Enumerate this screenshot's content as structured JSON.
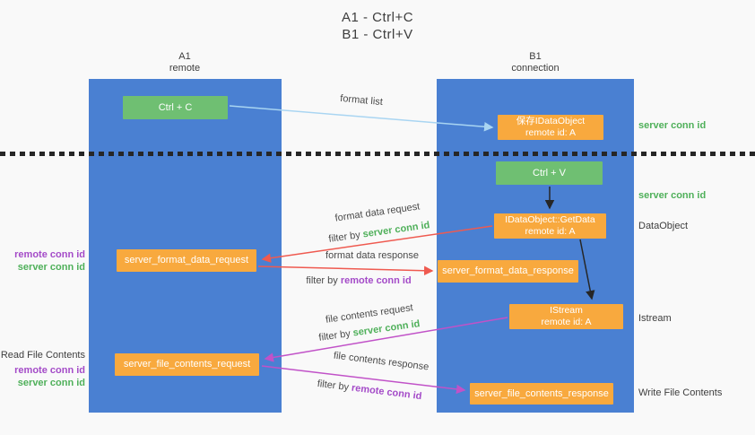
{
  "title": {
    "line1": "A1 - Ctrl+C",
    "line2": "B1 - Ctrl+V"
  },
  "columns": {
    "a1": {
      "name": "A1",
      "subtitle": "remote"
    },
    "b1": {
      "name": "B1",
      "subtitle": "connection"
    }
  },
  "boxes": {
    "ctrl_c": "Ctrl + C",
    "ctrl_v": "Ctrl + V",
    "save_dataobject": {
      "line1": "保存IDataObject",
      "line2": "remote id: A"
    },
    "getdata": {
      "line1": "IDataObject::GetData",
      "line2": "remote id: A"
    },
    "istream": {
      "line1": "IStream",
      "line2": "remote id: A"
    },
    "format_request": "server_format_data_request",
    "format_response": "server_format_data_response",
    "file_request": "server_file_contents_request",
    "file_response": "server_file_contents_response"
  },
  "arrow_labels": {
    "format_list": "format list",
    "format_data_request": "format data request",
    "format_data_request_filter": {
      "prefix": "filter by ",
      "keyword": "server conn id"
    },
    "format_data_response": "format data response",
    "format_data_response_filter": {
      "prefix": "filter by ",
      "keyword": "remote conn id"
    },
    "file_contents_request": "file contents request",
    "file_contents_request_filter": {
      "prefix": "filter by ",
      "keyword": "server conn id"
    },
    "file_contents_response": "file contents response",
    "file_contents_response_filter": {
      "prefix": "filter by ",
      "keyword": "remote conn id"
    }
  },
  "side_labels": {
    "right": {
      "server_conn_id_1": "server conn id",
      "server_conn_id_2": "server conn id",
      "dataobject": "DataObject",
      "istream": "Istream",
      "write_file_contents": "Write File Contents"
    },
    "left": {
      "remote_conn_id_1": "remote conn id",
      "server_conn_id_1": "server conn id",
      "read_file_contents": "Read File Contents",
      "remote_conn_id_2": "remote conn id",
      "server_conn_id_2": "server conn id"
    }
  },
  "colors": {
    "background": "#f9f9f9",
    "column_blue": "#4a80d2",
    "button_green": "#6fbf72",
    "box_orange": "#f8a93e",
    "box_text": "#ffffff",
    "green_text": "#4fb05a",
    "purple_text": "#a44bc8",
    "red_arrow": "#ef5a50",
    "magenta_arrow": "#c152c8",
    "lightblue_arrow": "#a9d5f2",
    "black_arrow": "#262626",
    "dark_text": "#3d3d3d",
    "label_text": "#4a4a4a"
  }
}
